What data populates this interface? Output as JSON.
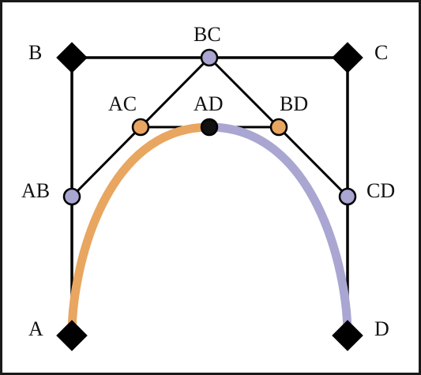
{
  "colors": {
    "line": "#000000",
    "left_half": "#e8a660",
    "right_half": "#a9a6d2",
    "midpoint_dot": "#111111"
  },
  "labels": {
    "A": "A",
    "B": "B",
    "C": "C",
    "D": "D",
    "AB": "AB",
    "BC": "BC",
    "CD": "CD",
    "AC": "AC",
    "BD": "BD",
    "AD": "AD"
  }
}
